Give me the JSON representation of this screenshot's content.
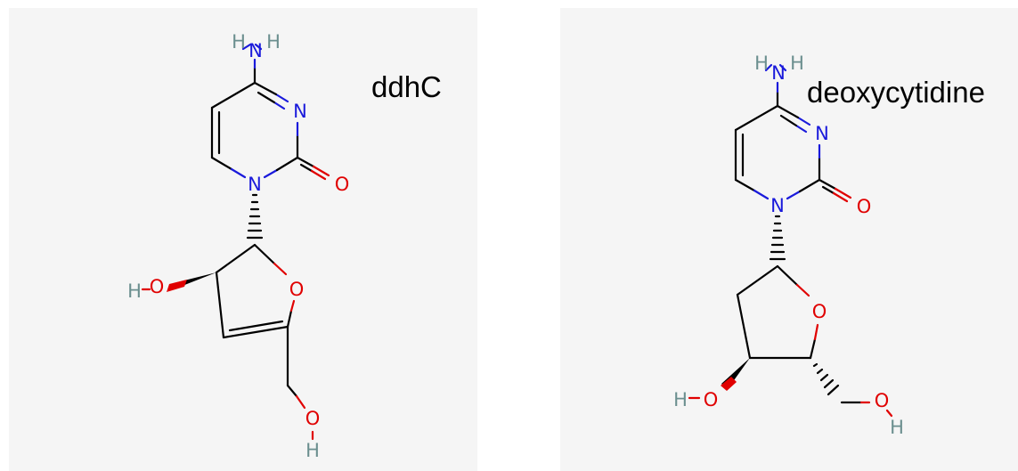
{
  "molecules": [
    {
      "name": "ddhC",
      "atoms": {
        "amine_h1": "H",
        "amine_h2": "H",
        "amine_n": "N",
        "ring_n3": "N",
        "ring_n1": "N",
        "carbonyl_o": "O",
        "hydroxyl_h": "H",
        "hydroxyl_o": "O",
        "ring_o": "O",
        "ch2oh_o": "O",
        "ch2oh_h": "H"
      }
    },
    {
      "name": "deoxycytidine",
      "atoms": {
        "amine_h1": "H",
        "amine_h2": "H",
        "amine_n": "N",
        "ring_n3": "N",
        "ring_n1": "N",
        "carbonyl_o": "O",
        "ring_o": "O",
        "hydroxyl_h": "H",
        "hydroxyl_o": "O",
        "ch2oh_o": "O",
        "ch2oh_h": "H"
      }
    }
  ],
  "colors": {
    "panel_background": "#f5f5f5",
    "carbon_bond": "#000000",
    "nitrogen": "#1a1adb",
    "oxygen": "#e00000",
    "hydrogen": "#6b8f8f"
  }
}
